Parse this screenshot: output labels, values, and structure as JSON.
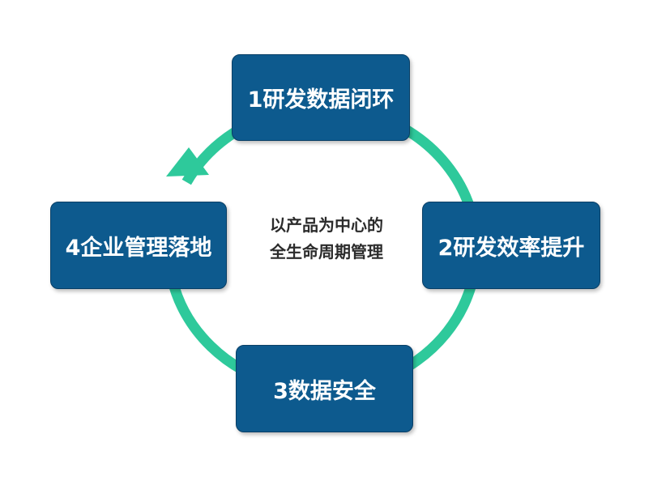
{
  "diagram": {
    "stages": [
      {
        "label": "1研发数据闭环"
      },
      {
        "label": "2研发效率提升"
      },
      {
        "label": "3数据安全"
      },
      {
        "label": "4企业管理落地"
      }
    ],
    "center": {
      "line1": "以产品为中心的",
      "line2": "全生命周期管理"
    },
    "colors": {
      "box_fill": "#0d5a8e",
      "ring": "#2ec99b",
      "text_on_box": "#ffffff",
      "center_text": "#2b2b2b"
    }
  }
}
